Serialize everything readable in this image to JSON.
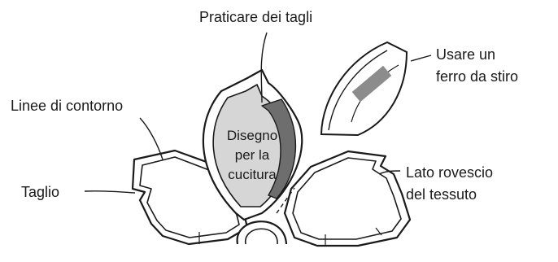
{
  "labels": {
    "cut_slits": "Praticare dei tagli",
    "use_iron_line1": "Usare un",
    "use_iron_line2": "ferro da stiro",
    "outline_lines": "Linee di contorno",
    "cut": "Taglio",
    "wrong_side_line1": "Lato rovescio",
    "wrong_side_line2": "del tessuto"
  },
  "center_text": {
    "line1": "Disegno",
    "line2": "per la",
    "line3": "cucitura"
  },
  "colors": {
    "line": "#1a1a1a",
    "design_fill": "#d6d6d6",
    "folded_edge": "#6e6e6e",
    "iron_handle": "#8c8c8c",
    "background": "#ffffff"
  },
  "icons": {
    "iron": "iron-icon"
  }
}
